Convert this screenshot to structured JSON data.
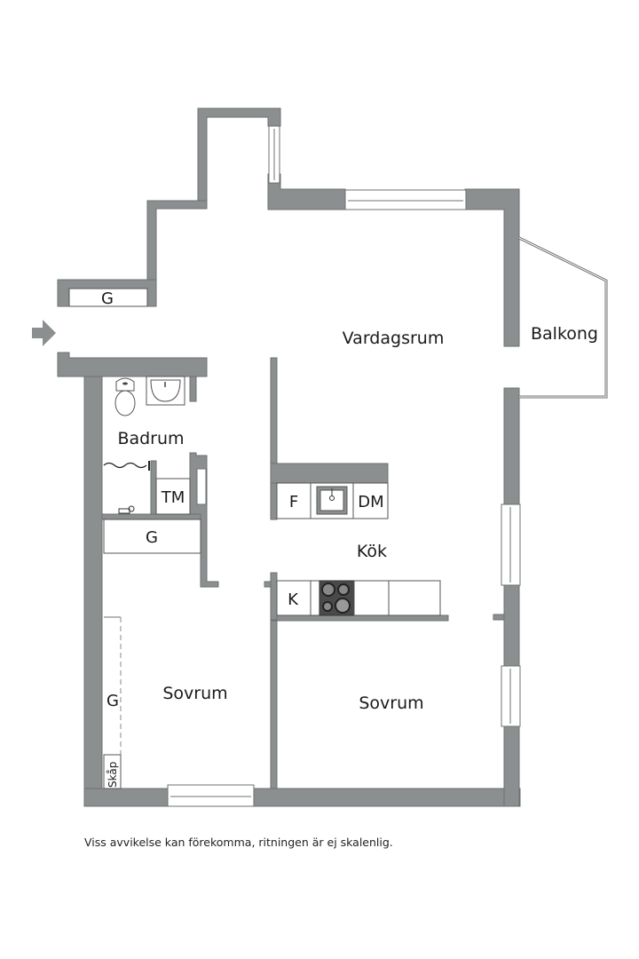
{
  "floorplan": {
    "rooms": {
      "vardagsrum": "Vardagsrum",
      "balkong": "Balkong",
      "badrum": "Badrum",
      "kok": "Kök",
      "sovrum_left": "Sovrum",
      "sovrum_right": "Sovrum"
    },
    "fixtures": {
      "hall_closet": "G",
      "bath_closet": "G",
      "bedroom_closet": "G",
      "washing_machine": "TM",
      "fridge": "F",
      "dishwasher": "DM",
      "freezer": "K",
      "cabinet": "Skåp"
    },
    "colors": {
      "wall": "#8c8f8f",
      "background": "#ffffff",
      "stove": "#4a4a4a"
    }
  },
  "footer": {
    "disclaimer": "Viss avvikelse kan förekomma, ritningen är ej skalenlig."
  }
}
